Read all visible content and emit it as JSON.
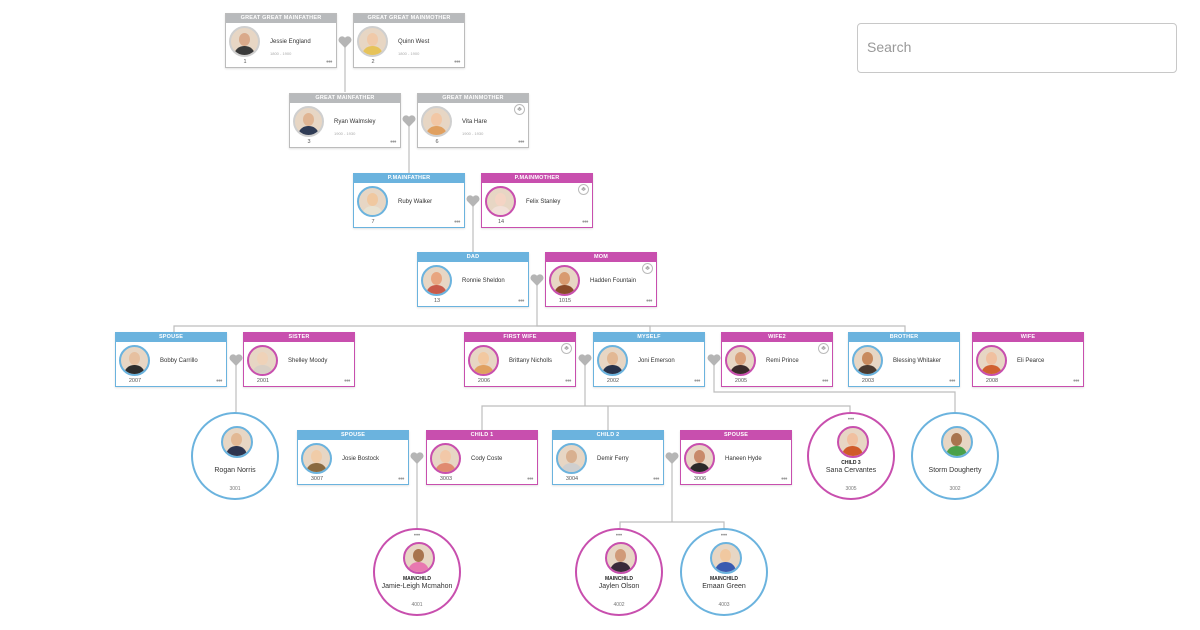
{
  "search": {
    "placeholder": "Search"
  },
  "nodes": {
    "ggf": {
      "title": "GREAT GREAT MAINFATHER",
      "name": "Jessie England",
      "dates": "1800 - 1900",
      "id": "1",
      "color": "grey"
    },
    "ggm": {
      "title": "GREAT GREAT MAINMOTHER",
      "name": "Quinn West",
      "dates": "1800 - 1900",
      "id": "2",
      "color": "grey"
    },
    "gf": {
      "title": "GREAT MAINFATHER",
      "name": "Ryan Walmsley",
      "dates": "1900 - 1930",
      "id": "3",
      "color": "grey"
    },
    "gm": {
      "title": "GREAT MAINMOTHER",
      "name": "Vita Hare",
      "dates": "1900 - 1930",
      "id": "6",
      "color": "grey"
    },
    "pf": {
      "title": "P.MAINFATHER",
      "name": "Ruby Walker",
      "dates": "",
      "id": "7",
      "color": "blue"
    },
    "pm": {
      "title": "P.MAINMOTHER",
      "name": "Felix Stanley",
      "dates": "",
      "id": "14",
      "color": "pink"
    },
    "dad": {
      "title": "DAD",
      "name": "Ronnie Sheldon",
      "dates": "",
      "id": "13",
      "color": "blue"
    },
    "mom": {
      "title": "MOM",
      "name": "Hadden Fountain",
      "dates": "",
      "id": "1015",
      "color": "pink"
    },
    "spouse1": {
      "title": "SPOUSE",
      "name": "Bobby Carrillo",
      "dates": "",
      "id": "2007",
      "color": "blue"
    },
    "sister": {
      "title": "SISTER",
      "name": "Shelley Moody",
      "dates": "",
      "id": "2001",
      "color": "pink"
    },
    "firstwife": {
      "title": "FIRST WIFE",
      "name": "Brittany Nicholls",
      "dates": "",
      "id": "2006",
      "color": "pink"
    },
    "myself": {
      "title": "MYSELF",
      "name": "Joni Emerson",
      "dates": "",
      "id": "2002",
      "color": "blue"
    },
    "wife2": {
      "title": "WIFE2",
      "name": "Remi Prince",
      "dates": "",
      "id": "2005",
      "color": "pink"
    },
    "brother": {
      "title": "BROTHER",
      "name": "Blessing Whitaker",
      "dates": "",
      "id": "2003",
      "color": "blue"
    },
    "wife": {
      "title": "WIFE",
      "name": "Eli Pearce",
      "dates": "",
      "id": "2008",
      "color": "pink"
    },
    "spouse2": {
      "title": "SPOUSE",
      "name": "Josie Bostock",
      "dates": "",
      "id": "3007",
      "color": "blue"
    },
    "child1": {
      "title": "CHILD 1",
      "name": "Cody Coste",
      "dates": "",
      "id": "3003",
      "color": "pink"
    },
    "child2": {
      "title": "CHILD 2",
      "name": "Demir Ferry",
      "dates": "",
      "id": "3004",
      "color": "blue"
    },
    "spouse3": {
      "title": "SPOUSE",
      "name": "Haneen Hyde",
      "dates": "",
      "id": "3006",
      "color": "pink"
    }
  },
  "circles": {
    "rogan": {
      "title": "",
      "name": "Rogan Norris",
      "id": "3001",
      "color": "blue"
    },
    "child3": {
      "title": "CHILD 3",
      "name": "Sana Cervantes",
      "id": "3005",
      "color": "pink"
    },
    "storm": {
      "title": "",
      "name": "Storm Dougherty",
      "id": "3002",
      "color": "blue"
    },
    "jamie": {
      "title": "MAINCHILD",
      "name": "Jamie-Leigh Mcmahon",
      "id": "4001",
      "color": "pink"
    },
    "jaylen": {
      "title": "MAINCHILD",
      "name": "Jaylen Olson",
      "id": "4002",
      "color": "pink"
    },
    "emaan": {
      "title": "MAINCHILD",
      "name": "Emaan Green",
      "id": "4003",
      "color": "blue"
    }
  },
  "colors": {
    "grey": "#bcbcbc",
    "blue": "#6bb3de",
    "pink": "#c84fae",
    "line": "#bdbdbd",
    "heart": "#b5b5b5"
  }
}
